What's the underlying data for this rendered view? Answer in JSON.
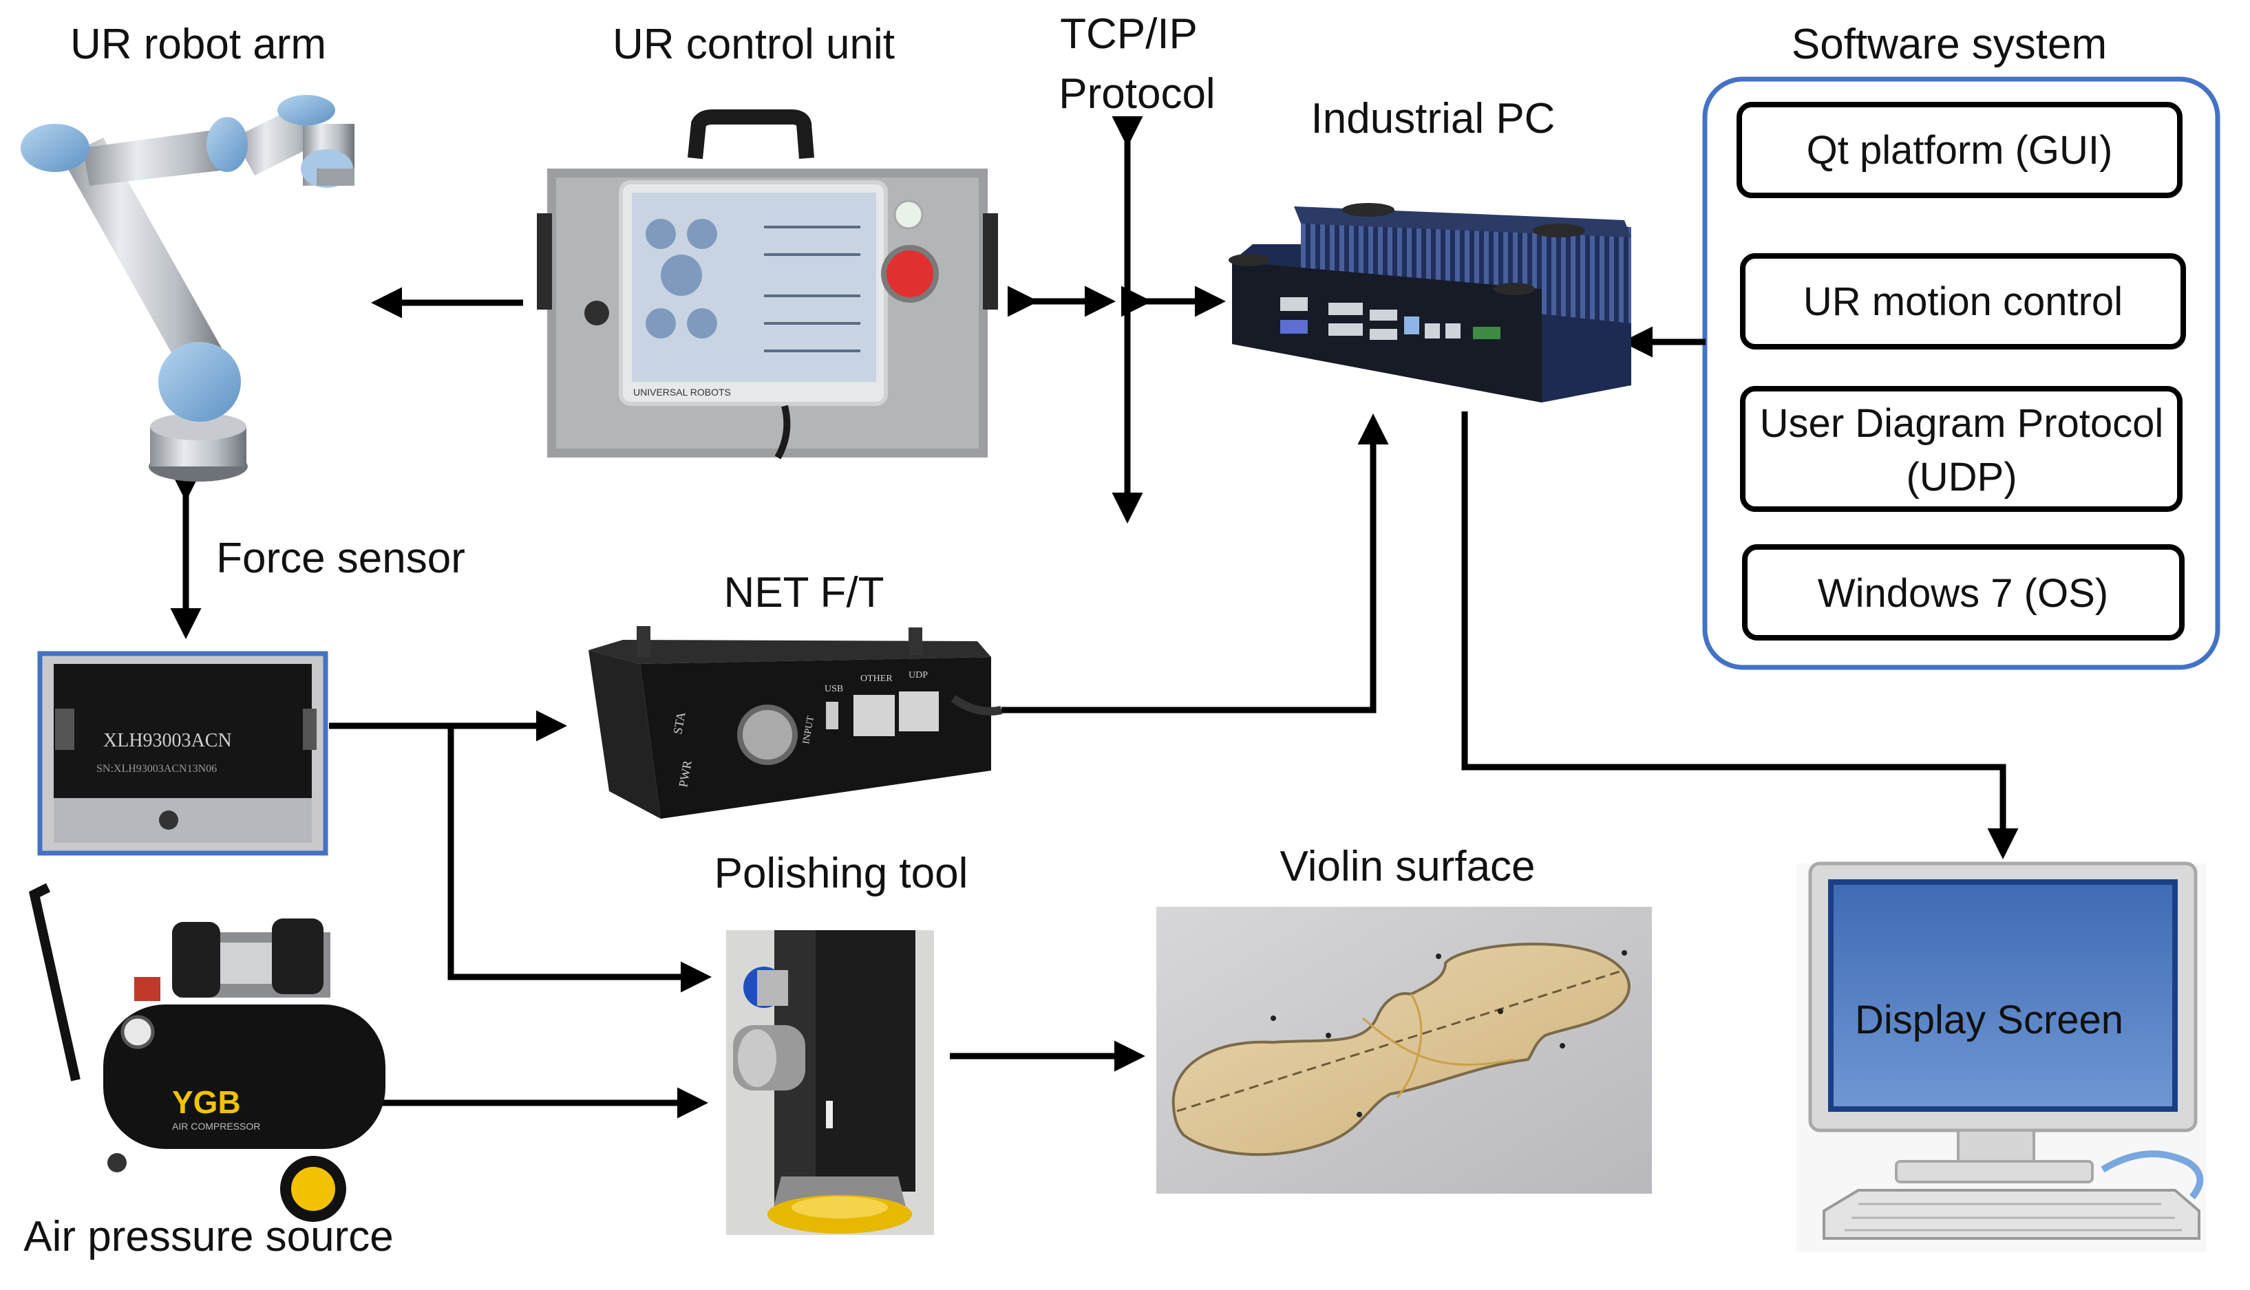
{
  "labels": {
    "ur_robot_arm": "UR robot arm",
    "ur_control_unit": "UR control unit",
    "tcp_ip_line1": "TCP/IP",
    "tcp_ip_line2": "Protocol",
    "industrial_pc": "Industrial PC",
    "software_system": "Software system",
    "force_sensor": "Force sensor",
    "net_ft": "NET F/T",
    "polishing_tool": "Polishing tool",
    "violin_surface": "Violin surface",
    "air_pressure_source": "Air pressure source"
  },
  "software_boxes": {
    "qt": "Qt platform (GUI)",
    "ur_motion": "UR motion control",
    "udp_line1": "User Diagram Protocol",
    "udp_line2": "(UDP)",
    "windows": "Windows 7 (OS)"
  },
  "display": {
    "screen_text": "Display Screen"
  },
  "device_text": {
    "sensor_model": "XLH93003ACN",
    "sensor_serial": "SN:XLH93003ACN13N06",
    "teach_pendant_brand": "UNIVERSAL ROBOTS",
    "netft_pwr": "PWR",
    "netft_sta": "STA",
    "netft_input": "INPUT",
    "netft_usb": "USB",
    "netft_other": "OTHER",
    "netft_udp": "UDP",
    "compressor_brand": "YGB",
    "compressor_sub": "AIR COMPRESSOR"
  },
  "colors": {
    "software_border": "#4472c4",
    "arrow": "#000000",
    "screen_blue": "#4a73b8",
    "ur_blue": "#7fb0dc",
    "sensor_border": "#4472c4"
  }
}
